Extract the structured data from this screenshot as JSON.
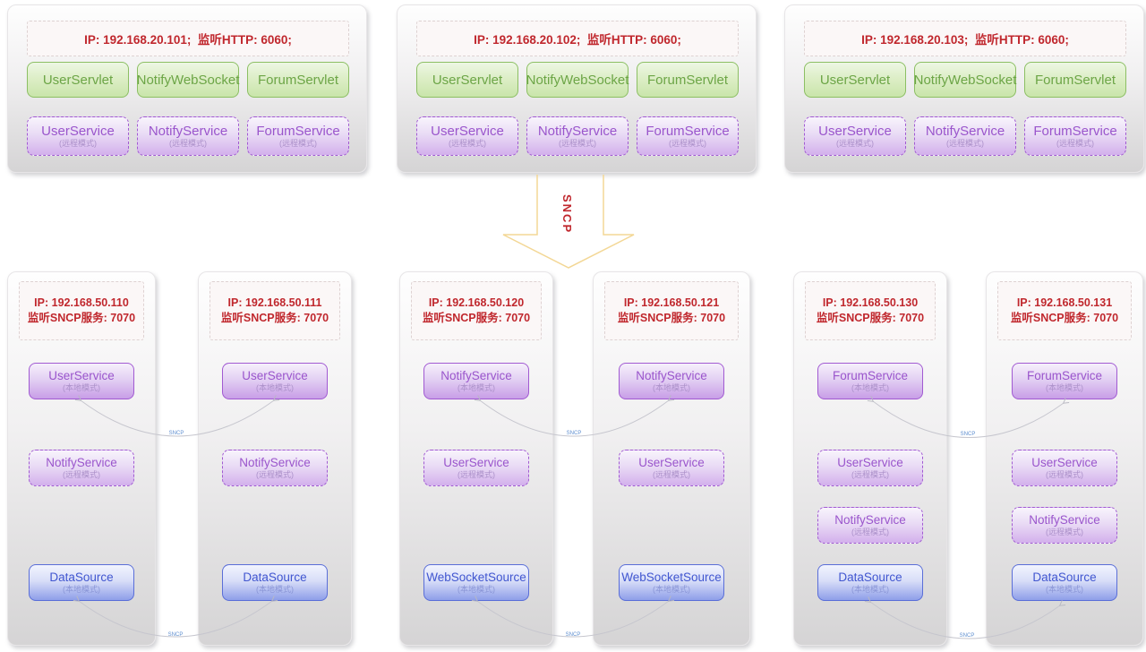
{
  "connector_label": "SNCP",
  "sncp_arrow": {
    "label": "SNCP"
  },
  "top_servers": [
    {
      "header": "IP: 192.168.20.101;  监听HTTP: 6060;",
      "servlets": [
        "UserServlet",
        "NotifyWebSocket",
        "ForumServlet"
      ],
      "services": [
        {
          "name": "UserService",
          "mode": "(远程模式)"
        },
        {
          "name": "NotifyService",
          "mode": "(远程模式)"
        },
        {
          "name": "ForumService",
          "mode": "(远程模式)"
        }
      ]
    },
    {
      "header": "IP: 192.168.20.102;  监听HTTP: 6060;",
      "servlets": [
        "UserServlet",
        "NotifyWebSocket",
        "ForumServlet"
      ],
      "services": [
        {
          "name": "UserService",
          "mode": "(远程模式)"
        },
        {
          "name": "NotifyService",
          "mode": "(远程模式)"
        },
        {
          "name": "ForumService",
          "mode": "(远程模式)"
        }
      ]
    },
    {
      "header": "IP: 192.168.20.103;  监听HTTP: 6060;",
      "servlets": [
        "UserServlet",
        "NotifyWebSocket",
        "ForumServlet"
      ],
      "services": [
        {
          "name": "UserService",
          "mode": "(远程模式)"
        },
        {
          "name": "NotifyService",
          "mode": "(远程模式)"
        },
        {
          "name": "ForumService",
          "mode": "(远程模式)"
        }
      ]
    }
  ],
  "bottom_servers": [
    {
      "ip_line1": "IP: 192.168.50.110",
      "ip_line2": "监听SNCP服务: 7070",
      "services": [
        {
          "name": "UserService",
          "mode": "(本地模式)"
        },
        {
          "name": "NotifyService",
          "mode": "(远程模式)"
        },
        {
          "name": "DataSource",
          "mode": "(本地模式)"
        }
      ]
    },
    {
      "ip_line1": "IP: 192.168.50.111",
      "ip_line2": "监听SNCP服务: 7070",
      "services": [
        {
          "name": "UserService",
          "mode": "(本地模式)"
        },
        {
          "name": "NotifyService",
          "mode": "(远程模式)"
        },
        {
          "name": "DataSource",
          "mode": "(本地模式)"
        }
      ]
    },
    {
      "ip_line1": "IP: 192.168.50.120",
      "ip_line2": "监听SNCP服务: 7070",
      "services": [
        {
          "name": "NotifyService",
          "mode": "(本地模式)"
        },
        {
          "name": "UserService",
          "mode": "(远程模式)"
        },
        {
          "name": "WebSocketSource",
          "mode": "(本地模式)"
        }
      ]
    },
    {
      "ip_line1": "IP: 192.168.50.121",
      "ip_line2": "监听SNCP服务: 7070",
      "services": [
        {
          "name": "NotifyService",
          "mode": "(本地模式)"
        },
        {
          "name": "UserService",
          "mode": "(远程模式)"
        },
        {
          "name": "WebSocketSource",
          "mode": "(本地模式)"
        }
      ]
    },
    {
      "ip_line1": "IP: 192.168.50.130",
      "ip_line2": "监听SNCP服务: 7070",
      "services": [
        {
          "name": "ForumService",
          "mode": "(本地模式)"
        },
        {
          "name": "UserService",
          "mode": "(远程模式)"
        },
        {
          "name": "NotifyService",
          "mode": "(远程模式)"
        },
        {
          "name": "DataSource",
          "mode": "(本地模式)"
        }
      ]
    },
    {
      "ip_line1": "IP: 192.168.50.131",
      "ip_line2": "监听SNCP服务: 7070",
      "services": [
        {
          "name": "ForumService",
          "mode": "(本地模式)"
        },
        {
          "name": "UserService",
          "mode": "(远程模式)"
        },
        {
          "name": "NotifyService",
          "mode": "(远程模式)"
        },
        {
          "name": "DataSource",
          "mode": "(本地模式)"
        }
      ]
    }
  ],
  "colors": {
    "red_text": "#c0272d",
    "green_border": "#8cbf63",
    "green_text": "#6ca546",
    "purple_border": "#a15ad2",
    "purple_text": "#9a55cc",
    "blue_border": "#5a6ed8",
    "blue_text": "#4156d0",
    "arrow_outline": "#f3d795",
    "connector_line": "#c6c6ce",
    "connector_label": "#5f8fd0"
  }
}
